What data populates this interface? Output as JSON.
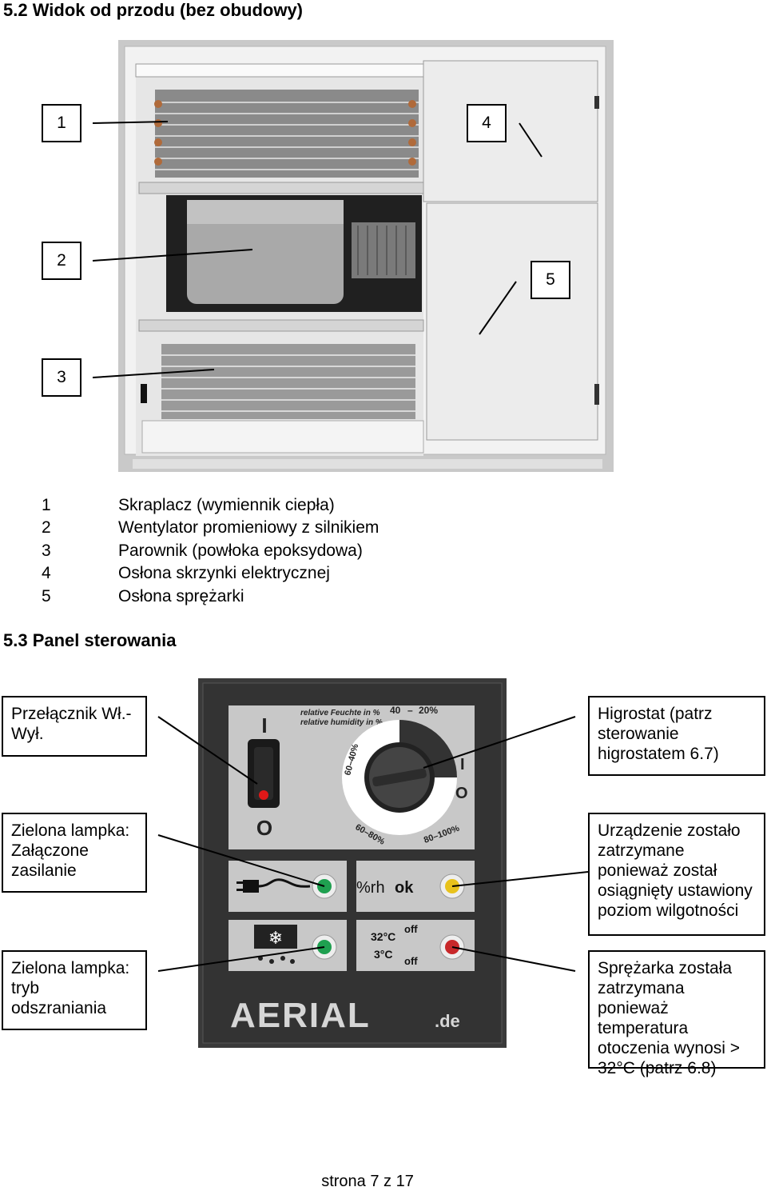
{
  "section_front": {
    "title": "5.2 Widok od przodu (bez obudowy)"
  },
  "front_markers": [
    "1",
    "2",
    "3",
    "4",
    "5"
  ],
  "legend": [
    {
      "num": "1",
      "text": "Skraplacz (wymiennik ciepła)"
    },
    {
      "num": "2",
      "text": "Wentylator promieniowy z silnikiem"
    },
    {
      "num": "3",
      "text": "Parownik (powłoka epoksydowa)"
    },
    {
      "num": "4",
      "text": "Osłona skrzynki elektrycznej"
    },
    {
      "num": "5",
      "text": "Osłona sprężarki"
    }
  ],
  "section_panel": {
    "title": "5.3 Panel sterowania"
  },
  "callouts": {
    "switch": "Przełącznik Wł.-Wył.",
    "hygrostat": "Higrostat (patrz sterowanie higrostatem 6.7)",
    "power_lamp": "Zielona lampka: Załączone zasilanie",
    "humidity_lamp": "Urządzenie zostało zatrzymane ponieważ został osiągnięty ustawiony poziom wilgotności",
    "defrost_lamp": "Zielona lampka: tryb odszraniania",
    "compressor_lamp": "Sprężarka została zatrzymana ponieważ temperatura otoczenia wynosi > 32°C (patrz 6.8)"
  },
  "panel": {
    "humidity_de": "relative Feuchte in %",
    "humidity_en": "relative humidity in %",
    "dial_40": "40",
    "dial_dash": "–",
    "dial_20": "20%",
    "dial_6040": "60–40%",
    "dial_6080": "60–80%",
    "dial_80100": "80–100%",
    "on_symbol": "I",
    "off_symbol": "O",
    "rh_label": "%rh",
    "ok_label": "ok",
    "temp_high": "32°C",
    "temp_low": "3°C",
    "off_label": "off",
    "brand": "AERIAL",
    "brand_suffix": ".de",
    "colors": {
      "panel": "#3a3a3a",
      "field": "#c8c8c8",
      "lamp_green": "#1fa050",
      "lamp_yellow": "#e8c21c",
      "lamp_red": "#c8282a",
      "switch_red": "#e01818"
    }
  },
  "footer": {
    "page": "strona 7 z 17"
  }
}
